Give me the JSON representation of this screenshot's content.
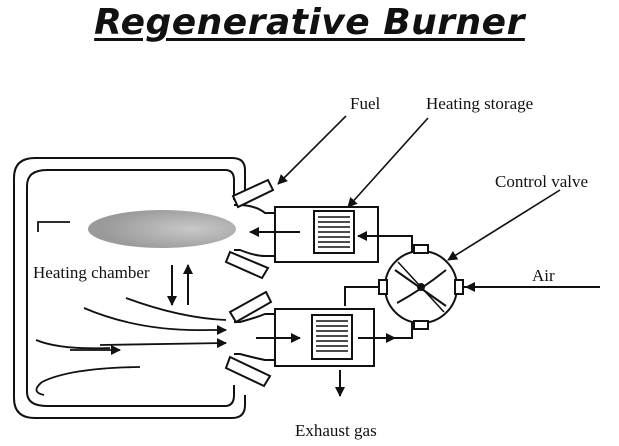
{
  "title": "Regenerative Burner",
  "labels": {
    "fuel": "Fuel",
    "heating_storage": "Heating storage",
    "control_valve": "Control valve",
    "air": "Air",
    "heating_chamber": "Heating chamber",
    "exhaust_gas": "Exhaust gas"
  },
  "colors": {
    "line": "#111111",
    "flame": "#a9a9a9",
    "background": "#ffffff"
  }
}
